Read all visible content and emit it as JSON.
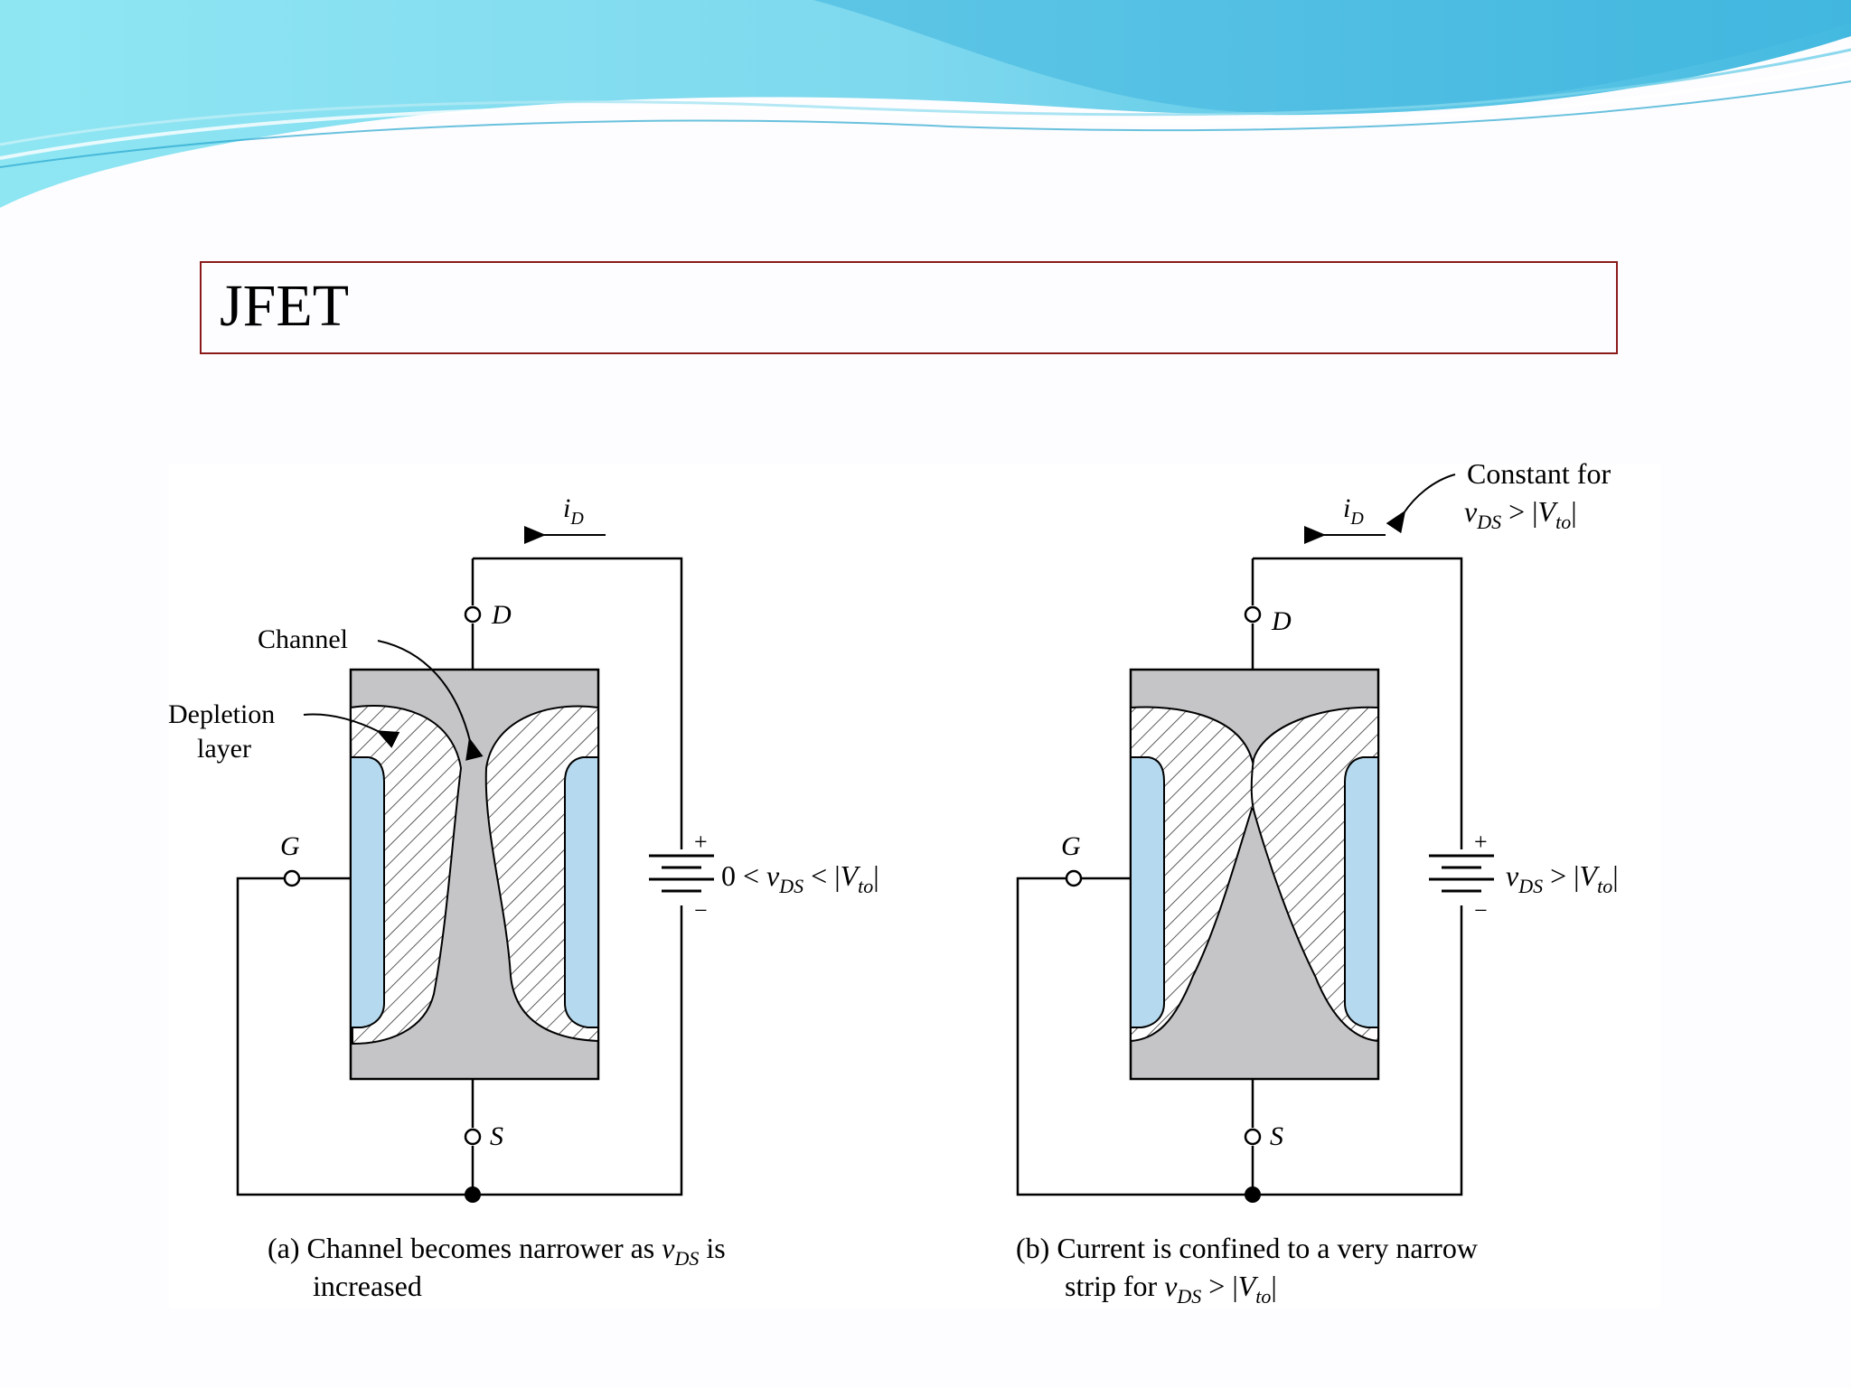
{
  "slide": {
    "title": "JFET"
  },
  "colors": {
    "wave_light": "#9fe7f2",
    "wave_mid": "#5fcbe6",
    "wave_dark": "#2aaed6",
    "channel_gray": "#c5c5c8",
    "gate_blue": "#b5d9ee",
    "title_border": "#8b1a1a"
  },
  "diagram_a": {
    "current_label": "i",
    "current_sub": "D",
    "drain_label": "D",
    "source_label": "S",
    "gate_label": "G",
    "channel_label": "Channel",
    "depletion_line1": "Depletion",
    "depletion_line2": "layer",
    "battery_plus": "+",
    "battery_minus": "−",
    "bias_prefix": "0 < ",
    "bias_v": "v",
    "bias_v_sub": "DS",
    "bias_mid": " < |",
    "bias_V": "V",
    "bias_V_sub": "to",
    "bias_end": "|",
    "caption_line1_pre": "(a) Channel becomes narrower as ",
    "caption_v": "v",
    "caption_v_sub": "DS",
    "caption_line1_post": " is",
    "caption_line2": "increased"
  },
  "diagram_b": {
    "current_label": "i",
    "current_sub": "D",
    "constant_line1": "Constant for",
    "constant_v": "v",
    "constant_v_sub": "DS",
    "constant_mid": " > |",
    "constant_V": "V",
    "constant_V_sub": "to",
    "constant_end": "|",
    "drain_label": "D",
    "source_label": "S",
    "gate_label": "G",
    "battery_plus": "+",
    "battery_minus": "−",
    "bias_v": "v",
    "bias_v_sub": "DS",
    "bias_mid": " > |",
    "bias_V": "V",
    "bias_V_sub": "to",
    "bias_end": "|",
    "caption_line1": "(b) Current is confined to a very narrow",
    "caption_line2_pre": "strip for ",
    "caption_v": "v",
    "caption_v_sub": "DS",
    "caption_mid": " > |",
    "caption_V": "V",
    "caption_V_sub": "to",
    "caption_end": "|"
  }
}
